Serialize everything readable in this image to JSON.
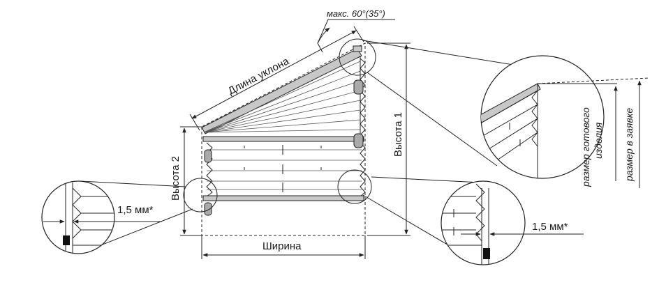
{
  "labels": {
    "max_angle": "макс. 60°(35°)",
    "slope_length": "Длина уклона",
    "height_1": "Высота 1",
    "height_2": "Высота 2",
    "width": "Ширина",
    "gap_left": "1,5 мм*",
    "gap_right": "1,5 мм*",
    "size_finished": "размер готового изделия",
    "size_finished_line1": "размер готового",
    "size_finished_line2": "изделия",
    "size_order": "размер в заявке"
  }
}
